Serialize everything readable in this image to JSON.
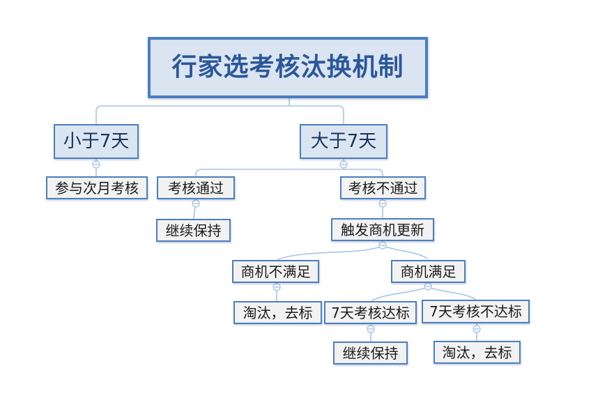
{
  "diagram": {
    "type": "mindmap-tree",
    "title": "行家选考核汰换机制"
  },
  "colors": {
    "bg": "#ffffff",
    "node_border": "#4a7ec2",
    "title_fill": "#dbe5f1",
    "level2_fill": "#dbe5f1",
    "leaf_fill": "#f2f2f2",
    "connector": "#a8c4e6",
    "title_text": "#2b579a",
    "level2_text": "#17365d",
    "leaf_text": "#1a1a1a"
  },
  "icons": {
    "collapse": "minus-in-circle"
  },
  "tree": {
    "label": "行家选考核汰换机制",
    "children": [
      {
        "label": "小于7天",
        "children": [
          {
            "label": "参与次月考核"
          }
        ]
      },
      {
        "label": "大于7天",
        "children": [
          {
            "label": "考核通过",
            "children": [
              {
                "label": "继续保持"
              }
            ]
          },
          {
            "label": "考核不通过",
            "children": [
              {
                "label": "触发商机更新",
                "children": [
                  {
                    "label": "商机不满足",
                    "children": [
                      {
                        "label": "淘汰，去标"
                      }
                    ]
                  },
                  {
                    "label": "商机满足",
                    "children": [
                      {
                        "label": "7天考核达标",
                        "children": [
                          {
                            "label": "继续保持"
                          }
                        ]
                      },
                      {
                        "label": "7天考核不达标",
                        "children": [
                          {
                            "label": "淘汰，去标"
                          }
                        ]
                      }
                    ]
                  }
                ]
              }
            ]
          }
        ]
      }
    ]
  }
}
